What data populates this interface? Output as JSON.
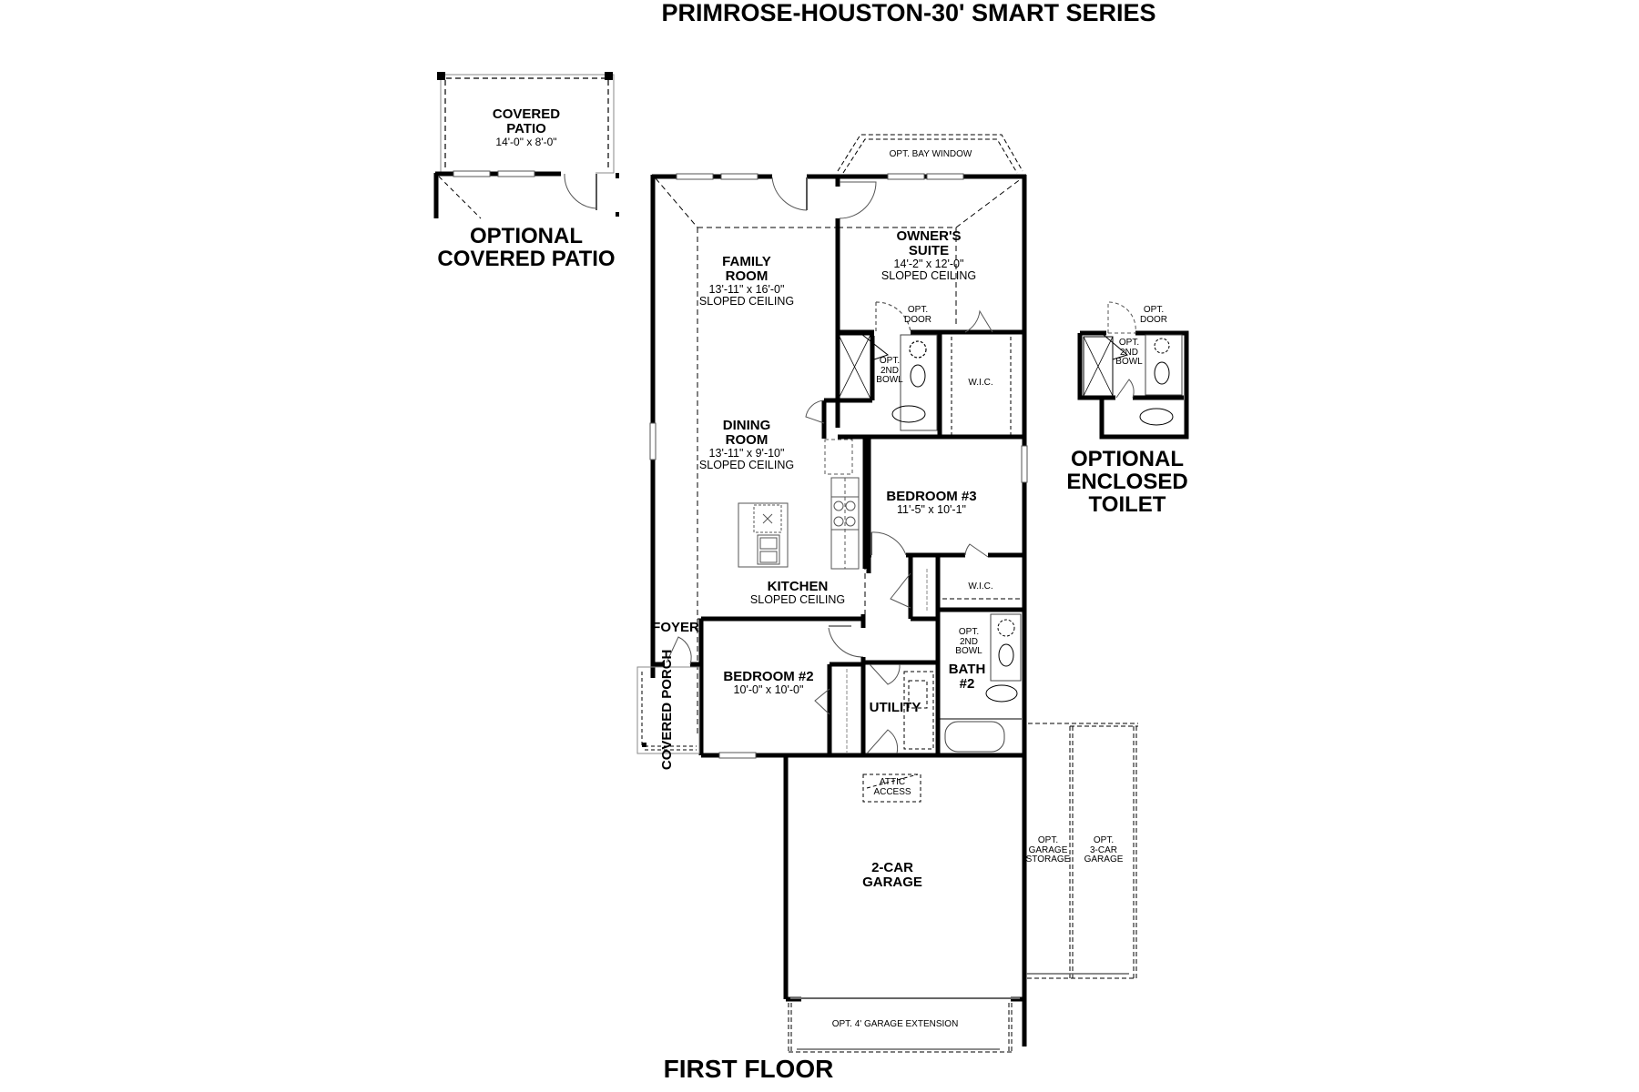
{
  "title": "PRIMROSE-HOUSTON-30' SMART SERIES",
  "floor_label": "FIRST FLOOR",
  "optional_patio": {
    "heading": [
      "OPTIONAL",
      "COVERED PATIO"
    ],
    "room_name": [
      "COVERED",
      "PATIO"
    ],
    "dimensions": "14'-0\" x 8'-0\""
  },
  "optional_toilet": {
    "heading": [
      "OPTIONAL",
      "ENCLOSED",
      "TOILET"
    ],
    "opt_door": [
      "OPT.",
      "DOOR"
    ],
    "opt_bowl": [
      "OPT.",
      "2ND",
      "BOWL"
    ]
  },
  "rooms": {
    "family_room": {
      "name": [
        "FAMILY",
        "ROOM"
      ],
      "dimensions": "13'-11\" x 16'-0\"",
      "note": "SLOPED CEILING"
    },
    "dining_room": {
      "name": [
        "DINING",
        "ROOM"
      ],
      "dimensions": "13'-11\" x 9'-10\"",
      "note": "SLOPED CEILING"
    },
    "kitchen": {
      "name": "KITCHEN",
      "note": "SLOPED CEILING"
    },
    "owners_suite": {
      "name": [
        "OWNER'S",
        "SUITE"
      ],
      "dimensions": "14'-2\" x 12'-0\"",
      "note": "SLOPED CEILING"
    },
    "bay_window": "OPT. BAY WINDOW",
    "owner_opt_door": [
      "OPT.",
      "DOOR"
    ],
    "owner_opt_bowl": [
      "OPT.",
      "2ND",
      "BOWL"
    ],
    "owner_wic": "W.I.C.",
    "bedroom3": {
      "name": "BEDROOM #3",
      "dimensions": "11'-5\" x 10'-1\""
    },
    "bedroom3_wic": "W.I.C.",
    "bedroom2": {
      "name": "BEDROOM #2",
      "dimensions": "10'-0\" x 10'-0\""
    },
    "foyer": "FOYER",
    "covered_porch": "COVERED PORCH",
    "utility": "UTILITY",
    "bath2": {
      "name": [
        "BATH",
        "#2"
      ],
      "opt_bowl": [
        "OPT.",
        "2ND",
        "BOWL"
      ]
    },
    "attic_access": [
      "ATTIC",
      "ACCESS"
    ],
    "garage": {
      "name": [
        "2-CAR",
        "GARAGE"
      ]
    },
    "opt_garage_storage": [
      "OPT.",
      "GARAGE",
      "STORAGE"
    ],
    "opt_3car_garage": [
      "OPT.",
      "3-CAR",
      "GARAGE"
    ],
    "opt_garage_extension": "OPT. 4' GARAGE EXTENSION"
  }
}
